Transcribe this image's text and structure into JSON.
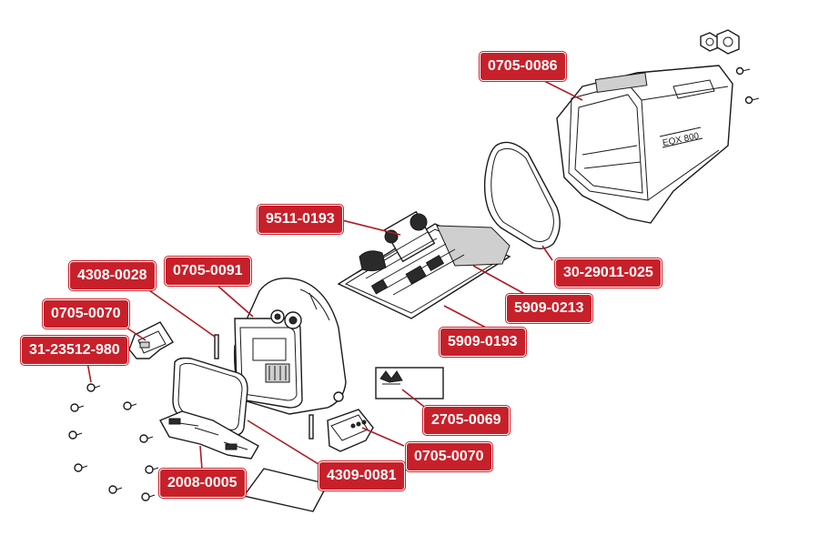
{
  "colors": {
    "label_bg": "#c8202a",
    "label_text": "#ffffff",
    "leader_line": "#b01a24",
    "line_art": "#1a1a1a"
  },
  "labels": {
    "p0705_0086": "0705-0086",
    "p9511_0193": "9511-0193",
    "p4308_0028": "4308-0028",
    "p0705_0091": "0705-0091",
    "p0705_0070_a": "0705-0070",
    "p31_23512_980": "31-23512-980",
    "p30_29011_025": "30-29011-025",
    "p5909_0213": "5909-0213",
    "p5909_0193": "5909-0193",
    "p2705_0069": "2705-0069",
    "p0705_0070_b": "0705-0070",
    "p4309_0081": "4309-0081",
    "p2008_0005": "2008-0005"
  },
  "icons": {
    "logo": "brand-logo-icon",
    "screw": "screw-icon",
    "nut": "nut-icon"
  }
}
